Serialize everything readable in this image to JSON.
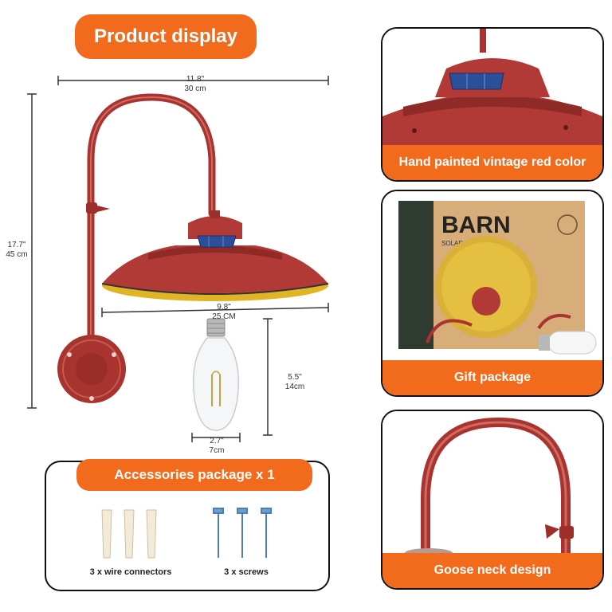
{
  "header": {
    "title": "Product display"
  },
  "dimensions": {
    "width_total": {
      "imperial": "11.8\"",
      "metric": "30 cm"
    },
    "height_total": {
      "imperial": "17.7\"",
      "metric": "45 cm"
    },
    "shade_width": {
      "imperial": "9.8\"",
      "metric": "25 CM"
    },
    "bulb_height": {
      "imperial": "5.5\"",
      "metric": "14cm"
    },
    "bulb_width": {
      "imperial": "2.7\"",
      "metric": "7cm"
    }
  },
  "panels": {
    "color": {
      "label": "Hand painted vintage red color"
    },
    "gift": {
      "label": "Gift package",
      "box_brand": "BARN",
      "box_subtitle": "SOLAR WALL LIGHT"
    },
    "neck": {
      "label": "Goose neck design"
    }
  },
  "accessories": {
    "title": "Accessories package x 1",
    "items": [
      {
        "label": "3 x wire connectors"
      },
      {
        "label": "3 x screws"
      }
    ]
  },
  "colors": {
    "accent": "#f26b1d",
    "lamp_red": "#b23a36",
    "shade_inner": "#e0b424"
  }
}
